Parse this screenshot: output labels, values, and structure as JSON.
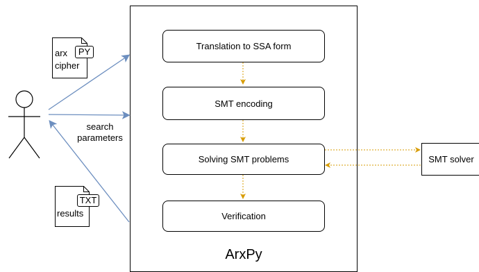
{
  "system": {
    "name": "ArxPy",
    "steps": [
      {
        "label": "Translation to SSA form"
      },
      {
        "label": "SMT encoding"
      },
      {
        "label": "Solving SMT problems"
      },
      {
        "label": "Verification"
      }
    ]
  },
  "external": {
    "solver_label": "SMT solver"
  },
  "inputs": {
    "cipher_doc": {
      "line1": "arx",
      "line2": "cipher",
      "tag": "PY"
    },
    "search_params": {
      "line1": "search",
      "line2": "parameters"
    }
  },
  "outputs": {
    "results_doc": {
      "label": "results",
      "tag": "TXT"
    }
  },
  "colors": {
    "flow_arrow": "#d79b00",
    "user_arrow": "#6c8ebf",
    "stroke": "#000000"
  }
}
